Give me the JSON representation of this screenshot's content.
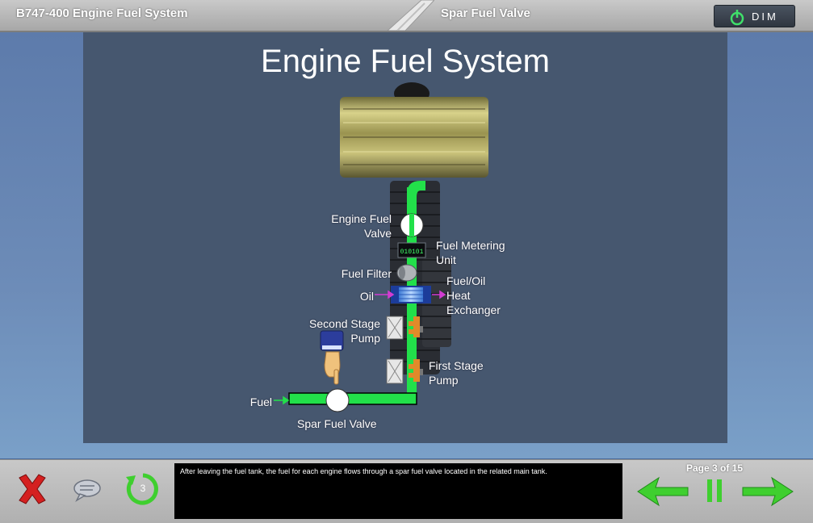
{
  "header": {
    "course_title": "B747-400 Engine Fuel System",
    "page_name": "Spar Fuel Valve",
    "dim_label": "DIM"
  },
  "slide": {
    "title": "Engine Fuel System",
    "labels": {
      "engine_fuel_valve": [
        "Engine Fuel",
        "Valve"
      ],
      "fuel_metering_unit": [
        "Fuel Metering",
        "Unit"
      ],
      "fuel_filter": "Fuel Filter",
      "oil": "Oil",
      "fuel_oil_heat_exchanger": [
        "Fuel/Oil",
        "Heat",
        "Exchanger"
      ],
      "second_stage_pump": [
        "Second Stage",
        "Pump"
      ],
      "first_stage_pump": [
        "First Stage",
        "Pump"
      ],
      "fuel": "Fuel",
      "spar_fuel_valve": "Spar Fuel Valve"
    },
    "fmu_display": "010101"
  },
  "footer": {
    "caption": "After leaving the fuel tank, the fuel for each engine flows through a spar fuel valve located in the related main tank.",
    "page_counter": "Page 3 of 15",
    "replay_count": "3"
  },
  "colors": {
    "fuel_line": "#22e04a",
    "oil_arrow": "#d23cd2",
    "stage_bg": "#46576f",
    "close": "#d42020",
    "nav": "#3fcf2f"
  },
  "icons": [
    "plane-tail-icon",
    "power-icon",
    "close-icon",
    "speech-bubble-icon",
    "replay-icon",
    "back-arrow-icon",
    "pause-icon",
    "forward-arrow-icon",
    "pointing-hand-icon"
  ]
}
